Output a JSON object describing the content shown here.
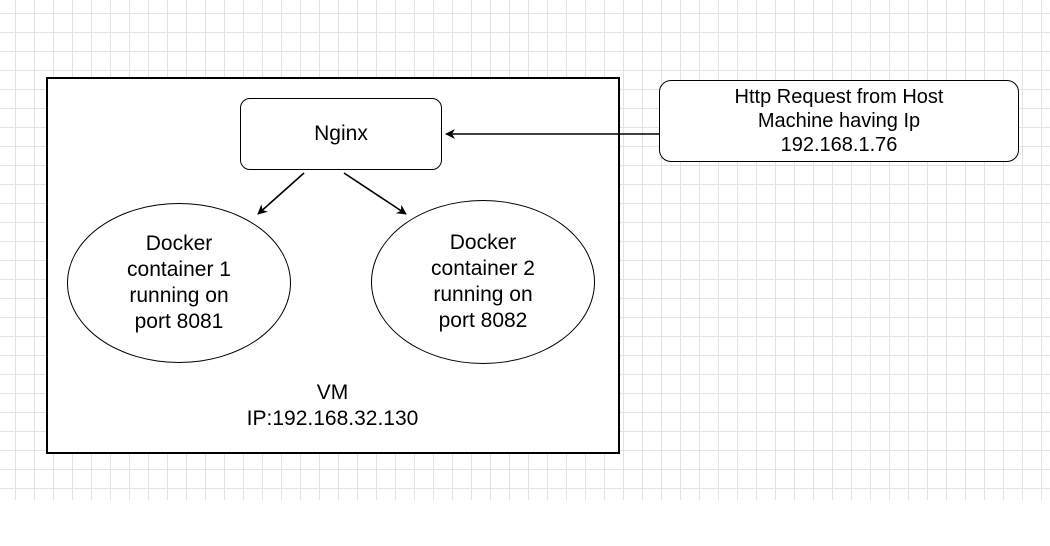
{
  "diagram": {
    "nodes": {
      "nginx": "Nginx",
      "request": "Http Request from Host\nMachine having Ip\n192.168.1.76",
      "docker1": "Docker\ncontainer 1\nrunning on\nport 8081",
      "docker2": "Docker\ncontainer 2\nrunning on\nport 8082"
    },
    "vm": {
      "title": "VM",
      "ip": "IP:192.168.32.130"
    },
    "edges": [
      {
        "from": "request",
        "to": "nginx"
      },
      {
        "from": "nginx",
        "to": "docker1"
      },
      {
        "from": "nginx",
        "to": "docker2"
      }
    ]
  }
}
